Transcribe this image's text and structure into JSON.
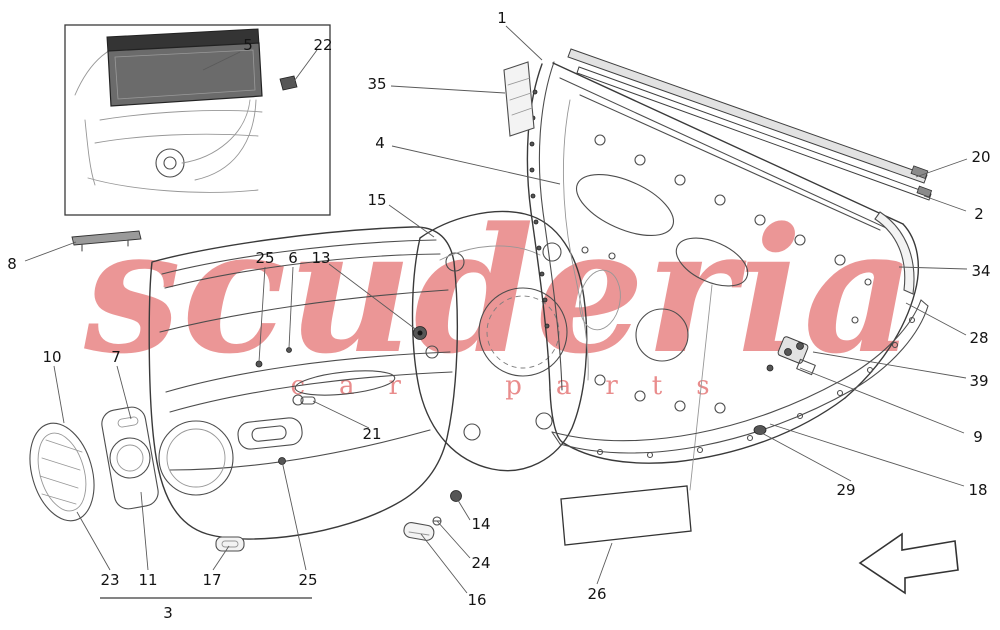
{
  "watermark": {
    "brand": "scuderia",
    "tagline": "car parts",
    "color": "#d72d2d"
  },
  "callouts": [
    "5",
    "22",
    "1",
    "35",
    "4",
    "20",
    "2",
    "15",
    "8",
    "25",
    "6",
    "13",
    "34",
    "28",
    "39",
    "10",
    "7",
    "9",
    "18",
    "21",
    "29",
    "14",
    "24",
    "23",
    "11",
    "17",
    "25",
    "16",
    "3",
    "26"
  ]
}
